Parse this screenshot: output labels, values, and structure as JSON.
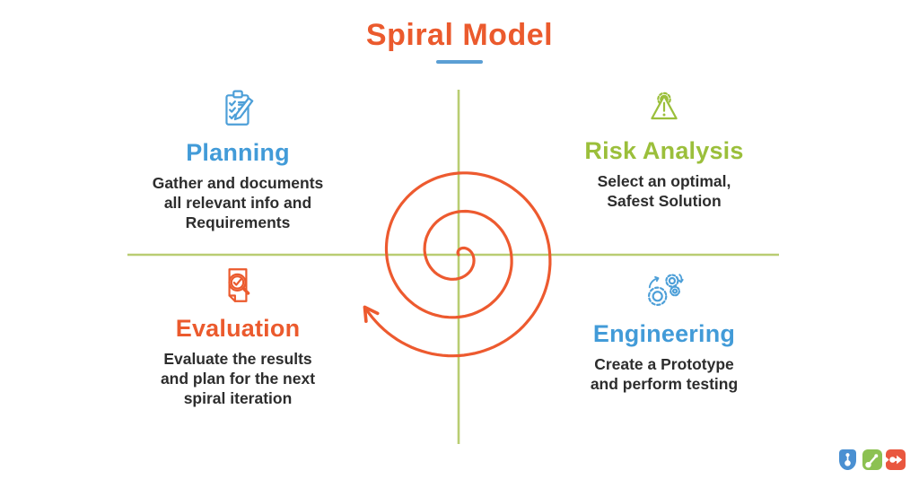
{
  "title": {
    "text": "Spiral Model",
    "color": "#EB5A2D",
    "underline_color": "#5B9FD4"
  },
  "quadrants": {
    "planning": {
      "heading": "Planning",
      "description": "Gather and documents\nall relevant info and\nRequirements",
      "heading_color": "#429BD8",
      "icon": "clipboard-checklist-icon"
    },
    "risk": {
      "heading": "Risk Analysis",
      "description": "Select an optimal,\nSafest Solution",
      "heading_color": "#9BBF3B",
      "icon": "warning-triangle-gear-icon"
    },
    "evaluation": {
      "heading": "Evaluation",
      "description": "Evaluate the results\nand plan for the next\nspiral iteration",
      "heading_color": "#EB5A2D",
      "icon": "document-magnifier-check-icon"
    },
    "engineering": {
      "heading": "Engineering",
      "description": "Create a Prototype\nand perform testing",
      "heading_color": "#429BD8",
      "icon": "gears-icon"
    }
  },
  "diagram": {
    "type": "spiral-model-quadrants",
    "axis_color": "#B9CD72",
    "spiral_color": "#ED5A2F",
    "spiral_direction": "clockwise-outward",
    "spiral_turns": 3
  },
  "logo": {
    "tiles": [
      "shield-pin-icon",
      "diagonal-link-icon",
      "arrow-dot-icon"
    ],
    "colors": [
      "#4A90D2",
      "#8CC152",
      "#E9573F"
    ]
  }
}
